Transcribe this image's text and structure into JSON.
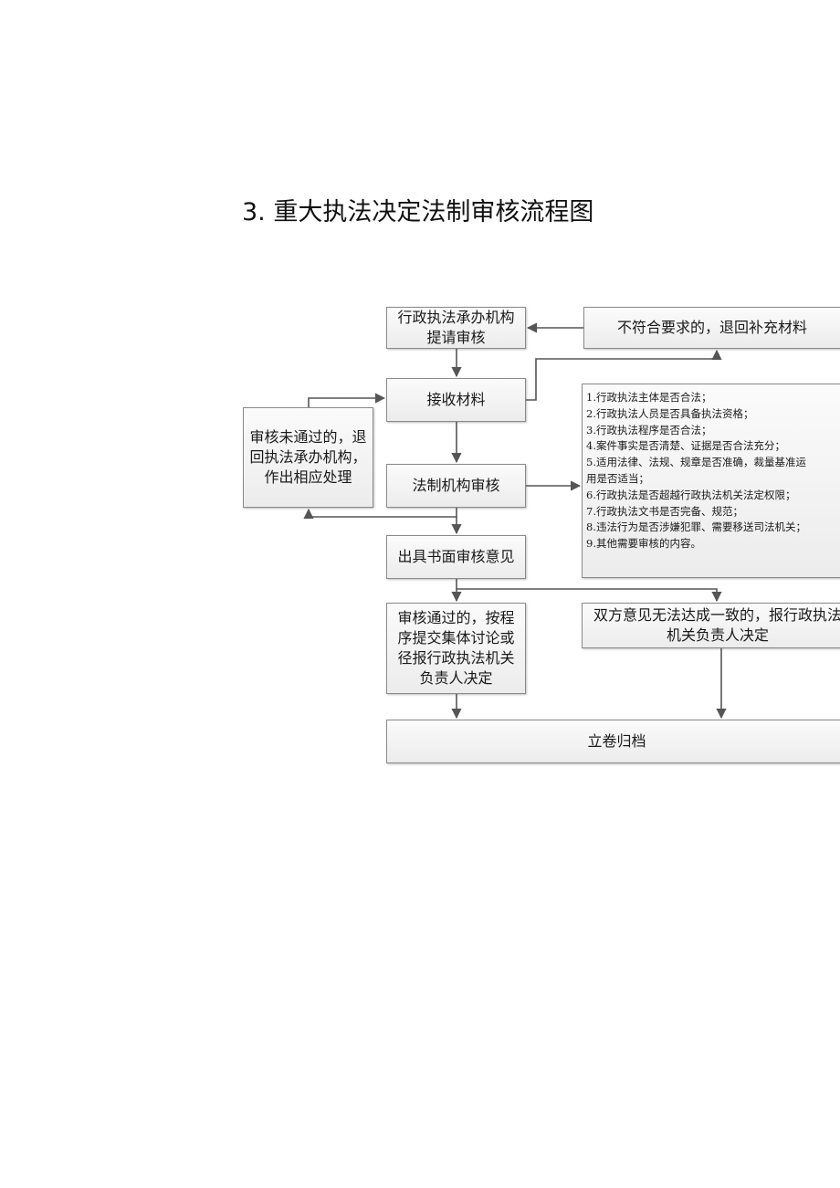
{
  "title": "3. 重大执法决定法制审核流程图",
  "nodes": {
    "submit": "行政执法承办机构提请审核",
    "return_supplement": "不符合要求的，退回补充材料",
    "receive": "接收材料",
    "review_failed": "审核未通过的，退回执法承办机构，作出相应处理",
    "legal_review": "法制机构审核",
    "checklist": [
      "1.行政执法主体是否合法；",
      "2.行政执法人员是否具备执法资格；",
      "3.行政执法程序是否合法；",
      "4.案件事实是否清楚、证据是否合法充分；",
      "5.适用法律、法规、规章是否准确，裁量基准运",
      "用是否适当；",
      "6.行政执法是否超越行政执法机关法定权限；",
      "7.行政执法文书是否完备、规范；",
      "8.违法行为是否涉嫌犯罪、需要移送司法机关；",
      "9.其他需要审核的内容。"
    ],
    "written_opinion": "出具书面审核意见",
    "approved": "审核通过的，按程序提交集体讨论或径报行政执法机关负责人决定",
    "disagreement": "双方意见无法达成一致的，报行政执法机关负责人决定",
    "archive": "立卷归档"
  },
  "colors": {
    "line": "#555555",
    "box_border": "#8a8a8a"
  }
}
